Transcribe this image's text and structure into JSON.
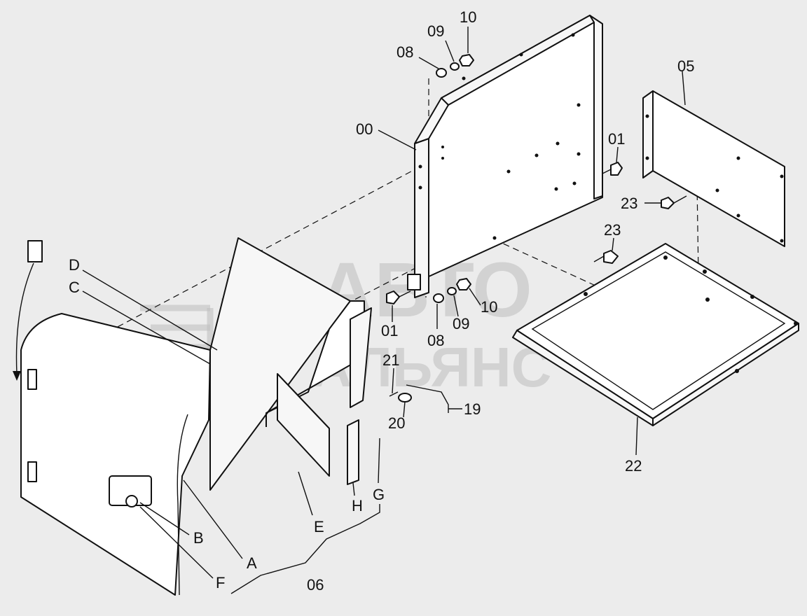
{
  "watermark": {
    "line1": "АВТО",
    "line2": "АЛЬЯНС"
  },
  "labels": {
    "frame_00": "00",
    "cover_05": "05",
    "panel_06": "06",
    "bolt_01_top": "01",
    "bolt_01_mid": "01",
    "washer_08_top": "08",
    "washer_08_mid": "08",
    "washer_09_top": "09",
    "washer_09_mid": "09",
    "nut_10_top": "10",
    "nut_10_mid": "10",
    "rod_19": "19",
    "washer_20": "20",
    "pin_21": "21",
    "tray_22": "22",
    "bolt_23_a": "23",
    "bolt_23_b": "23",
    "sub_a": "A",
    "sub_b": "B",
    "sub_c": "C",
    "sub_d": "D",
    "sub_e": "E",
    "sub_f": "F",
    "sub_g": "G",
    "sub_h": "H"
  }
}
